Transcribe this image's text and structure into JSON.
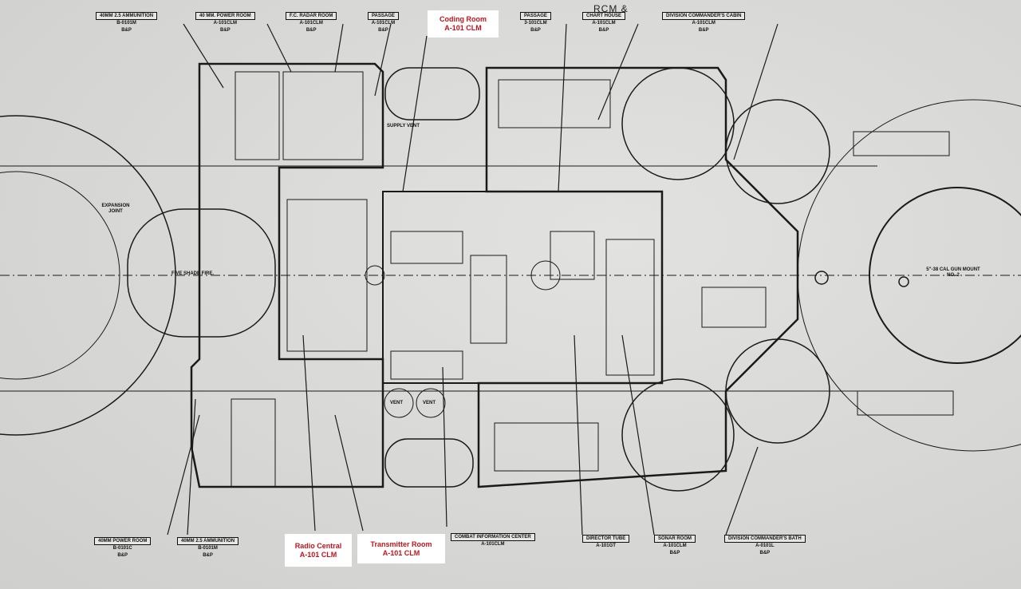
{
  "title_fragment": "RCM &",
  "top_labels": [
    {
      "name": "40MM 2.5 AMMUNITION",
      "code": "B-0101M",
      "sub": "B&P"
    },
    {
      "name": "40 MM. POWER ROOM",
      "code": "A-101CLM",
      "sub": "B&P"
    },
    {
      "name": "F.C. RADAR ROOM",
      "code": "A-101CLM",
      "sub": "B&P"
    },
    {
      "name": "PASSAGE",
      "code": "A-101CLM",
      "sub": "B&P"
    },
    {
      "name": "PASSAGE",
      "code": "3-101CLM",
      "sub": "B&P"
    },
    {
      "name": "CHART HOUSE",
      "code": "A-101CLM",
      "sub": "B&P"
    },
    {
      "name": "DIVISION COMMANDER'S CABIN",
      "code": "A-101CLM",
      "sub": "B&P"
    }
  ],
  "bottom_labels": [
    {
      "name": "40MM POWER ROOM",
      "code": "B-0101C",
      "sub": "B&P"
    },
    {
      "name": "40MM 2.5 AMMUNITION",
      "code": "B-0101M",
      "sub": "B&P"
    },
    {
      "name": "COMBAT INFORMATION CENTER",
      "code": "A-101CLM",
      "sub": ""
    },
    {
      "name": "DIRECTOR TUBE",
      "code": "A-101GT",
      "sub": ""
    },
    {
      "name": "SONAR ROOM",
      "code": "A-101CLM",
      "sub": "B&P"
    },
    {
      "name": "DIVISION COMMANDER'S BATH",
      "code": "A-0101L",
      "sub": "B&P"
    }
  ],
  "annotations": [
    {
      "title": "Coding Room",
      "code": "A-101 CLM"
    },
    {
      "title": "Radio Central",
      "code": "A-101 CLM"
    },
    {
      "title": "Transmitter Room",
      "code": "A-101 CLM"
    }
  ],
  "inner_labels": {
    "fire_control": "FIVE SHADE FIRE.",
    "mount": "5\"-38 CAL GUN MOUNT NO. 2",
    "expansion": "EXPANSION JOINT",
    "supply_vent": "SUPPLY VENT",
    "vent_a": "VENT",
    "vent_b": "VENT"
  }
}
